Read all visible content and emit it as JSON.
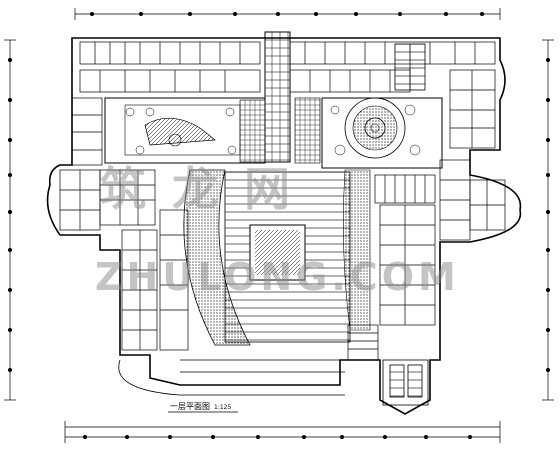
{
  "drawing": {
    "title": "一层平面图",
    "scale": "1:125"
  },
  "watermark": {
    "cn": "筑龙网",
    "en": "ZHULONG.COM"
  },
  "colors": {
    "line": "#000000",
    "background": "#ffffff",
    "watermark": "#8a8a8a"
  }
}
